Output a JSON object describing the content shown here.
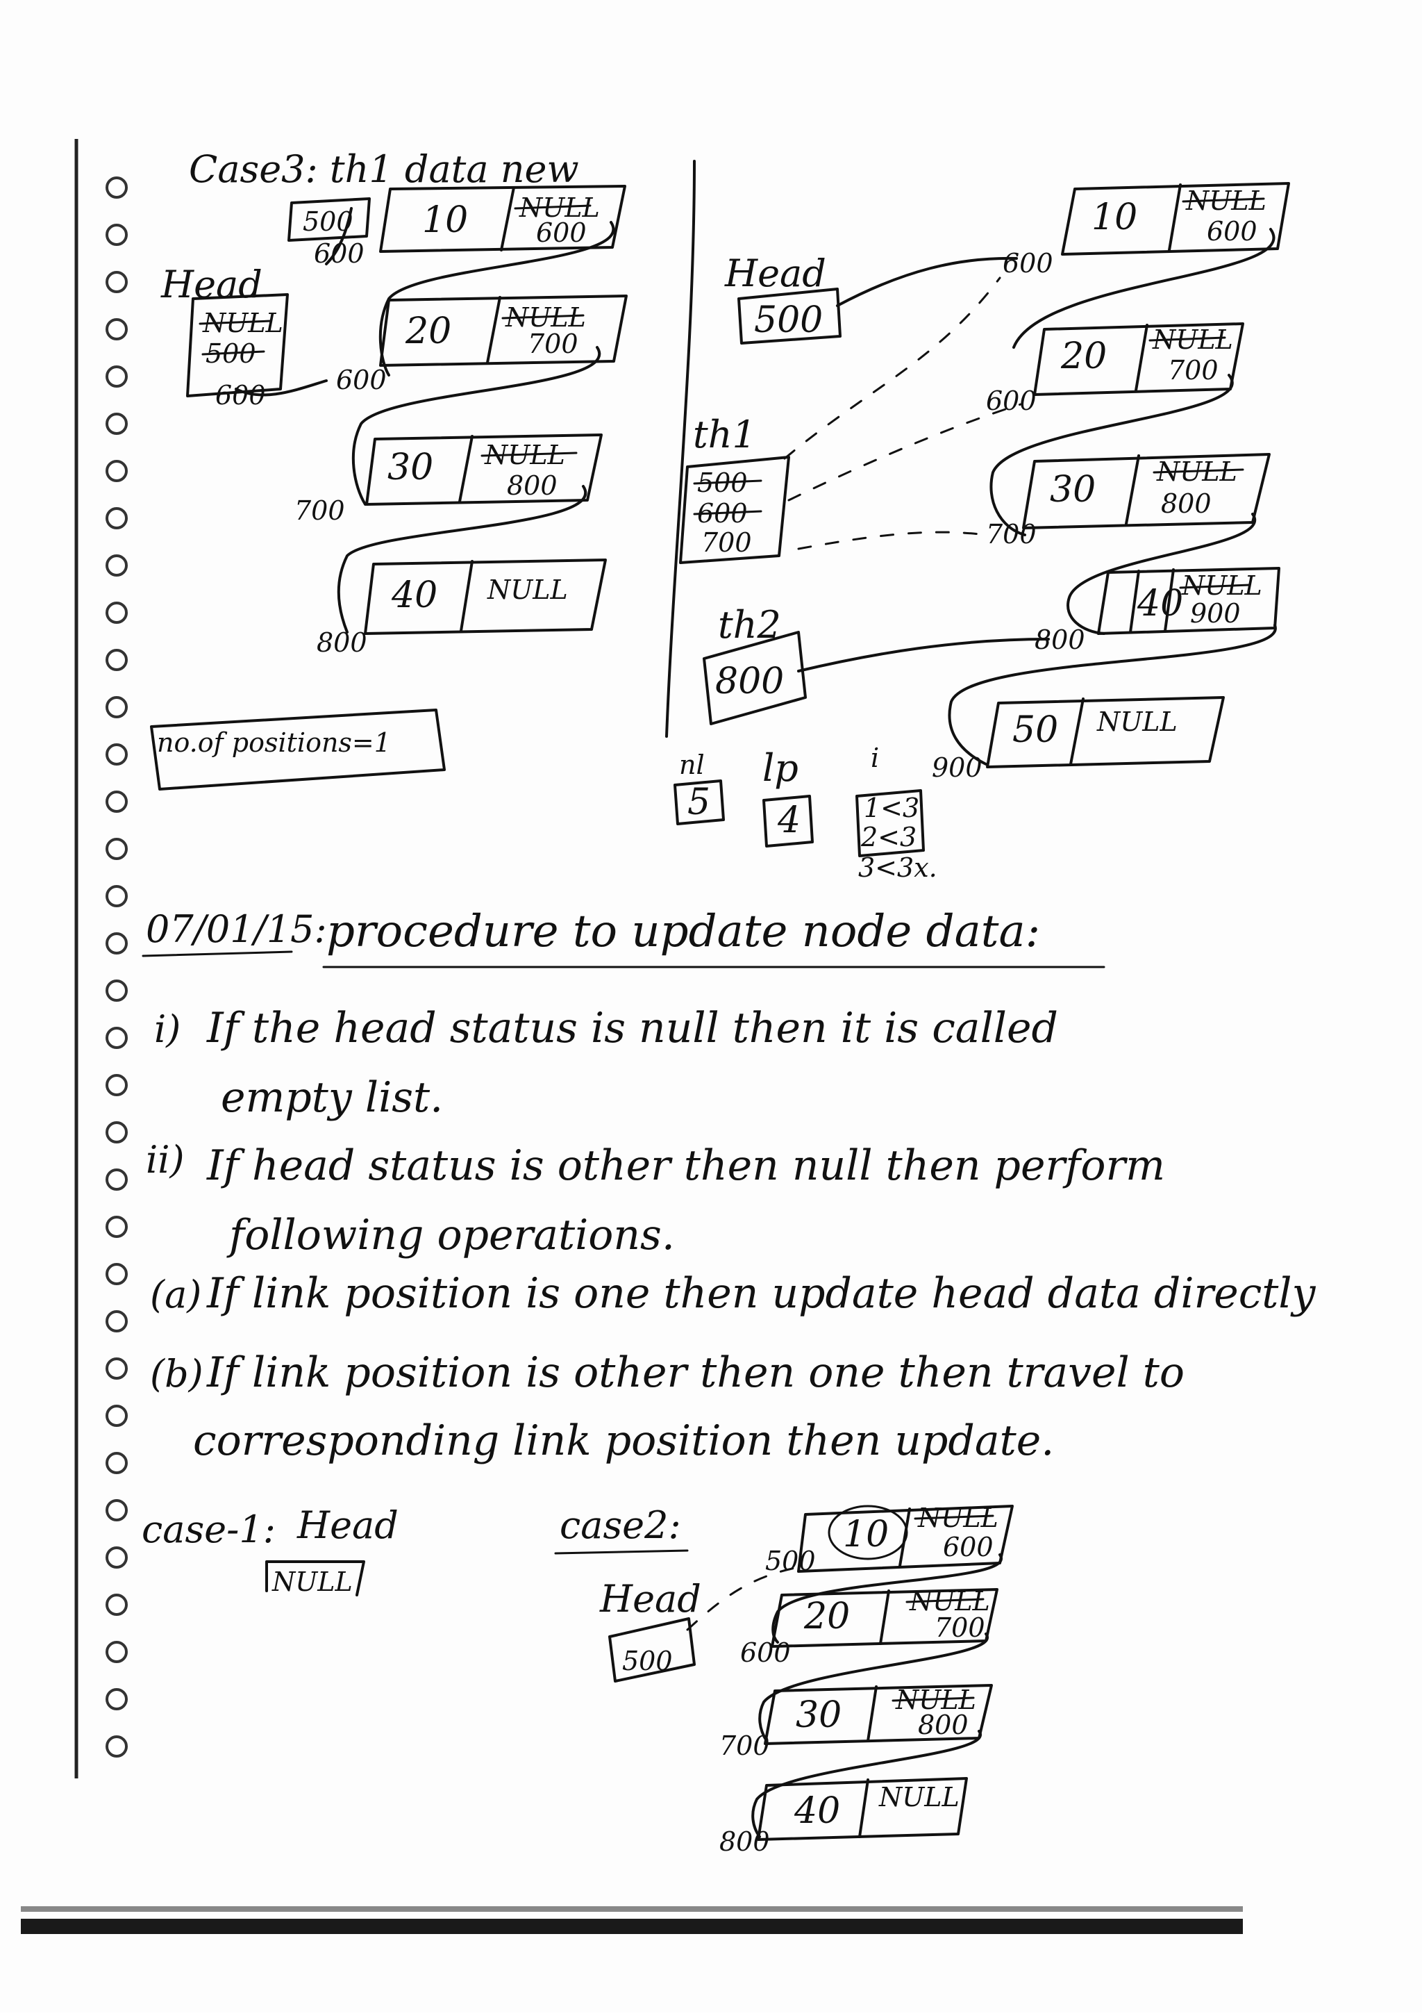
{
  "top_left": {
    "title": "Case3: th1 data new",
    "head_label": "Head",
    "head_values": [
      "NULL",
      "500",
      "600"
    ],
    "top_ref": "500",
    "top_ref2": "600",
    "nodes": [
      {
        "data": "10",
        "link": "NULL",
        "link_new": "600"
      },
      {
        "data": "20",
        "link": "NULL",
        "link_new": "700"
      },
      {
        "data": "30",
        "link": "NULL",
        "link_new": "800"
      },
      {
        "data": "40",
        "link": "NULL",
        "link_new": ""
      }
    ],
    "addr_labels": [
      "600",
      "700",
      "800",
      "600"
    ],
    "positions": "no.of positions=1"
  },
  "top_right": {
    "head_label": "Head",
    "head_value": "500",
    "th1_label": "th1",
    "th1_values": [
      "500",
      "600",
      "700"
    ],
    "th2_label": "th2",
    "th2_value": "800",
    "nodes": [
      {
        "data": "10",
        "link": "NULL",
        "link_new": "600"
      },
      {
        "data": "20",
        "link": "NULL",
        "link_new": "700"
      },
      {
        "data": "30",
        "link": "NULL",
        "link_new": "800"
      },
      {
        "data": "40",
        "link": "NULL",
        "link_new": "900"
      },
      {
        "data": "50",
        "link": "NULL",
        "link_new": ""
      }
    ],
    "addr_labels": [
      "600",
      "600",
      "700",
      "800",
      "900"
    ],
    "nl_label": "nl",
    "nl_value": "5",
    "lp_label": "lp",
    "lp_value": "4",
    "i_label": "i",
    "i_values": [
      "1<3",
      "2<3",
      "3<3x."
    ]
  },
  "section": {
    "date": "07/01/15:",
    "title": "procedure to update node data:"
  },
  "points": [
    {
      "marker": "i)",
      "text": "If the head status is null then it is called",
      "cont": "empty list."
    },
    {
      "marker": "ii)",
      "text": "If head status is other then null then perform",
      "cont": "following operations."
    },
    {
      "marker": "(a)",
      "text": "If link position is one then update head data directly",
      "cont": ""
    },
    {
      "marker": "(b)",
      "text": "If link position is other then one then travel to",
      "cont": "corresponding link position then update."
    }
  ],
  "case1": {
    "title": "case-1:",
    "head_label": "Head",
    "head_value": "NULL"
  },
  "case2": {
    "title": "case2:",
    "head_label": "Head",
    "head_value": "500",
    "ref": "500",
    "nodes": [
      {
        "data": "10",
        "link": "NULL",
        "link_new": "600"
      },
      {
        "data": "20",
        "link": "NULL",
        "link_new": "700"
      },
      {
        "data": "30",
        "link": "NULL",
        "link_new": "800"
      },
      {
        "data": "40",
        "link": "NULL",
        "link_new": ""
      }
    ],
    "addr_labels": [
      "600",
      "700",
      "800"
    ]
  }
}
